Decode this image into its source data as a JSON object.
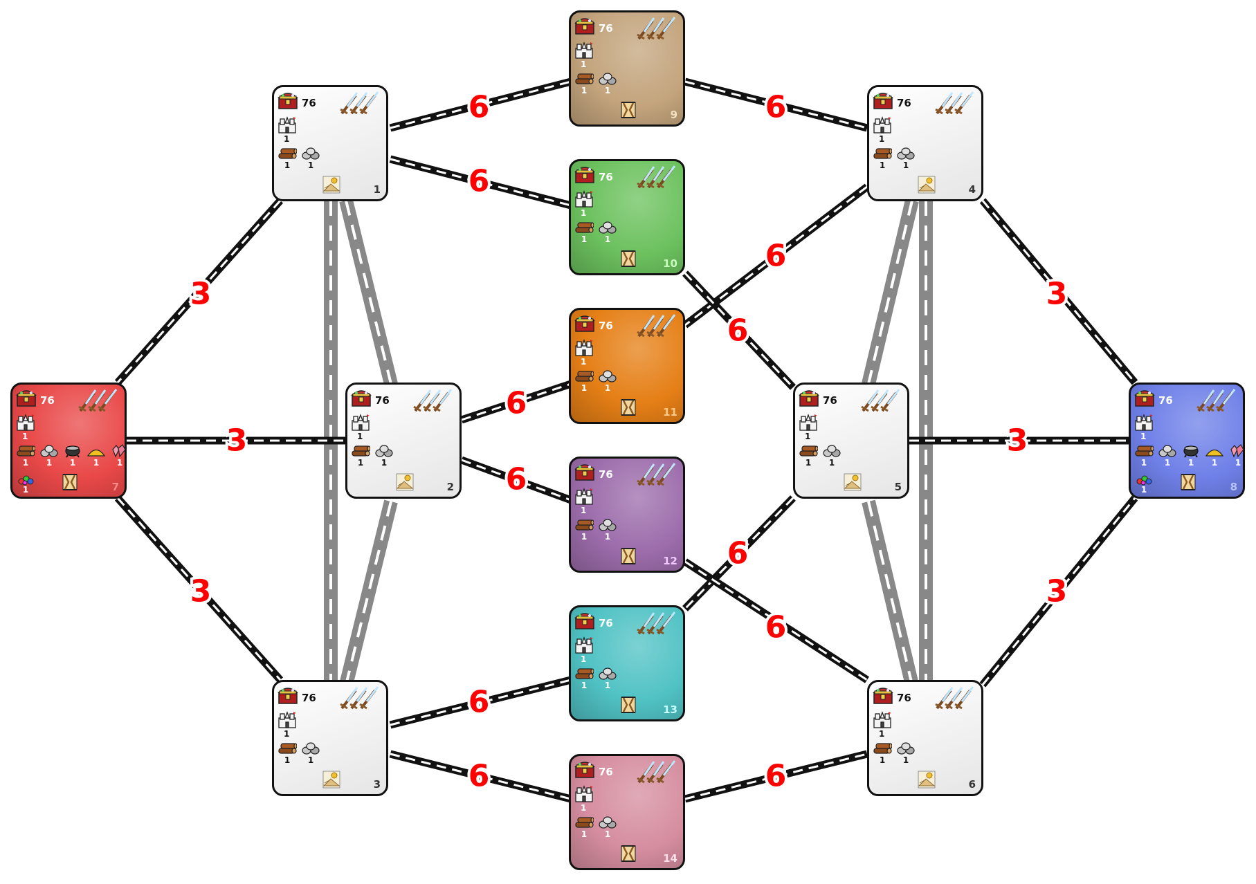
{
  "edge_labels": {
    "e1_9": "6",
    "e1_10": "6",
    "e1_7": "3",
    "e9_4": "6",
    "e4_11": "6",
    "e4_8": "3",
    "e7_2": "3",
    "e7_3": "3",
    "e2_11": "6",
    "e2_12": "6",
    "e10_5": "6",
    "e5_8": "3",
    "e5_13": "6",
    "e12_6": "6",
    "e6_8": "3",
    "e3_13": "6",
    "e3_14": "6",
    "e14_6": "6"
  },
  "nodes": [
    {
      "id": "1",
      "number": "1",
      "treasure": "76",
      "castle": "1",
      "resources": [
        "1",
        "1"
      ],
      "terrain_icon": "desert-terrain-icon",
      "fill": "#f0f0f0",
      "num_color": "#333333",
      "val_color": "#111111"
    },
    {
      "id": "2",
      "number": "2",
      "treasure": "76",
      "castle": "1",
      "resources": [
        "1",
        "1"
      ],
      "terrain_icon": "desert-terrain-icon",
      "fill": "#f0f0f0",
      "num_color": "#333333",
      "val_color": "#111111"
    },
    {
      "id": "3",
      "number": "3",
      "treasure": "76",
      "castle": "1",
      "resources": [
        "1",
        "1"
      ],
      "terrain_icon": "desert-terrain-icon",
      "fill": "#f0f0f0",
      "num_color": "#333333",
      "val_color": "#111111"
    },
    {
      "id": "4",
      "number": "4",
      "treasure": "76",
      "castle": "1",
      "resources": [
        "1",
        "1"
      ],
      "terrain_icon": "desert-terrain-icon",
      "fill": "#f0f0f0",
      "num_color": "#333333",
      "val_color": "#111111"
    },
    {
      "id": "5",
      "number": "5",
      "treasure": "76",
      "castle": "1",
      "resources": [
        "1",
        "1"
      ],
      "terrain_icon": "desert-terrain-icon",
      "fill": "#f0f0f0",
      "num_color": "#333333",
      "val_color": "#111111"
    },
    {
      "id": "6",
      "number": "6",
      "treasure": "76",
      "castle": "1",
      "resources": [
        "1",
        "1"
      ],
      "terrain_icon": "desert-terrain-icon",
      "fill": "#f0f0f0",
      "num_color": "#333333",
      "val_color": "#111111"
    },
    {
      "id": "7",
      "number": "7",
      "treasure": "76",
      "castle": "1",
      "resources": [
        "1",
        "1",
        "1",
        "1",
        "1"
      ],
      "extra": "1",
      "terrain_icon": "wood-terrain-icon",
      "fill": "#e94848",
      "num_color": "#ff8a8a",
      "val_color": "#ffffff"
    },
    {
      "id": "8",
      "number": "8",
      "treasure": "76",
      "castle": "1",
      "resources": [
        "1",
        "1",
        "1",
        "1",
        "1"
      ],
      "extra": "1",
      "terrain_icon": "wood-terrain-icon",
      "fill": "#6f80e8",
      "num_color": "#b8c4ff",
      "val_color": "#ffffff"
    },
    {
      "id": "9",
      "number": "9",
      "treasure": "76",
      "castle": "1",
      "resources": [
        "1",
        "1"
      ],
      "terrain_icon": "wood-terrain-icon",
      "fill": "#c3a47c",
      "num_color": "#f3e0c0",
      "val_color": "#ffffff"
    },
    {
      "id": "10",
      "number": "10",
      "treasure": "76",
      "castle": "1",
      "resources": [
        "1",
        "1"
      ],
      "terrain_icon": "wood-terrain-icon",
      "fill": "#6cc15e",
      "num_color": "#c8ffbe",
      "val_color": "#ffffff"
    },
    {
      "id": "11",
      "number": "11",
      "treasure": "76",
      "castle": "1",
      "resources": [
        "1",
        "1"
      ],
      "terrain_icon": "wood-terrain-icon",
      "fill": "#e57f16",
      "num_color": "#ffc98a",
      "val_color": "#ffffff"
    },
    {
      "id": "12",
      "number": "12",
      "treasure": "76",
      "castle": "1",
      "resources": [
        "1",
        "1"
      ],
      "terrain_icon": "wood-terrain-icon",
      "fill": "#9c6cab",
      "num_color": "#f0c8ff",
      "val_color": "#ffffff"
    },
    {
      "id": "13",
      "number": "13",
      "treasure": "76",
      "castle": "1",
      "resources": [
        "1",
        "1"
      ],
      "terrain_icon": "wood-terrain-icon",
      "fill": "#50c2c4",
      "num_color": "#c6ffff",
      "val_color": "#ffffff"
    },
    {
      "id": "14",
      "number": "14",
      "treasure": "76",
      "castle": "1",
      "resources": [
        "1",
        "1"
      ],
      "terrain_icon": "wood-terrain-icon",
      "fill": "#d58d9f",
      "num_color": "#ffe0ea",
      "val_color": "#ffffff"
    }
  ],
  "resource_icons": [
    "wood-logs-icon",
    "ore-rocks-icon",
    "mercury-cauldron-icon",
    "sulfur-pile-icon",
    "crystal-icon"
  ],
  "extra_icon": "gems-icon",
  "colors": {
    "road_black": "#111111",
    "road_gray": "#888888",
    "label_red": "#ff0000"
  }
}
